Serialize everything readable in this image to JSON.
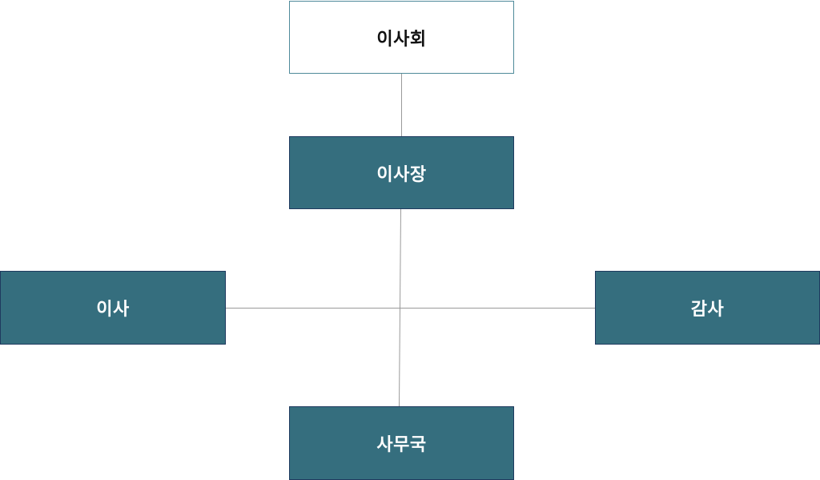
{
  "org_chart": {
    "board": {
      "label": "이사회"
    },
    "chair": {
      "label": "이사장"
    },
    "director": {
      "label": "이사"
    },
    "auditor": {
      "label": "감사"
    },
    "secretariat": {
      "label": "사무국"
    }
  },
  "colors": {
    "root_fill": "#ffffff",
    "root_border": "#4f8a9a",
    "node_fill": "#356e7e",
    "node_border": "#1f3a5f",
    "connector": "#9a9a9a"
  }
}
